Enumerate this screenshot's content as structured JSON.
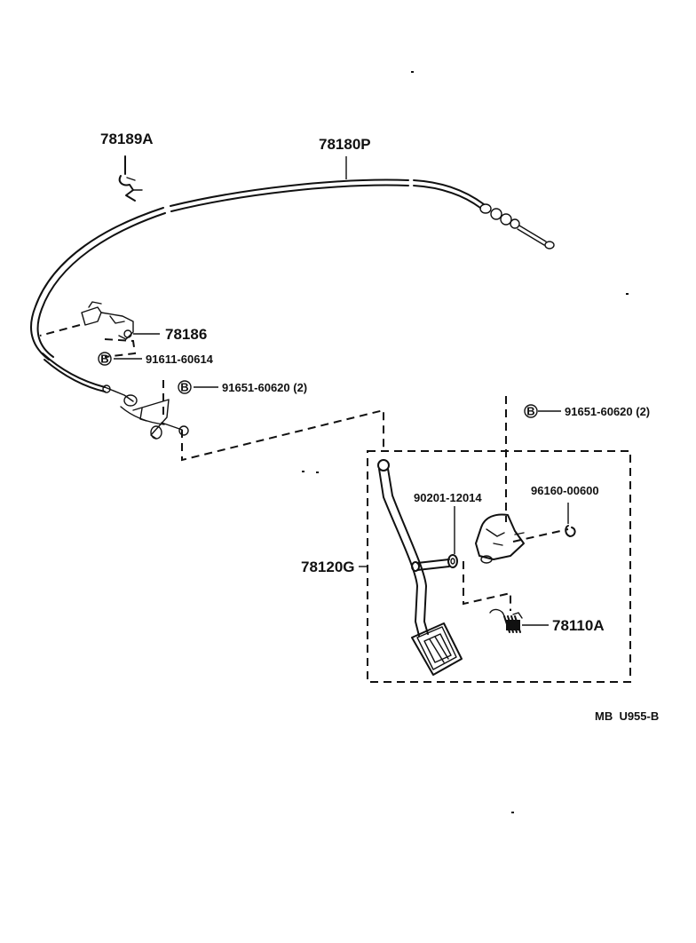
{
  "labels": {
    "p78189a": "78189A",
    "p78180p": "78180P",
    "p78186": "78186",
    "p91611": "91611-60614",
    "p91651_left": "91651-60620 (2)",
    "p91651_right": "91651-60620 (2)",
    "p90201": "90201-12014",
    "p96160": "96160-00600",
    "p78120g": "78120G",
    "p78110a": "78110A",
    "code": "MB  U955-B"
  },
  "bolt_markers": {
    "marker_1": "B",
    "marker_2": "B",
    "marker_3": "B"
  }
}
